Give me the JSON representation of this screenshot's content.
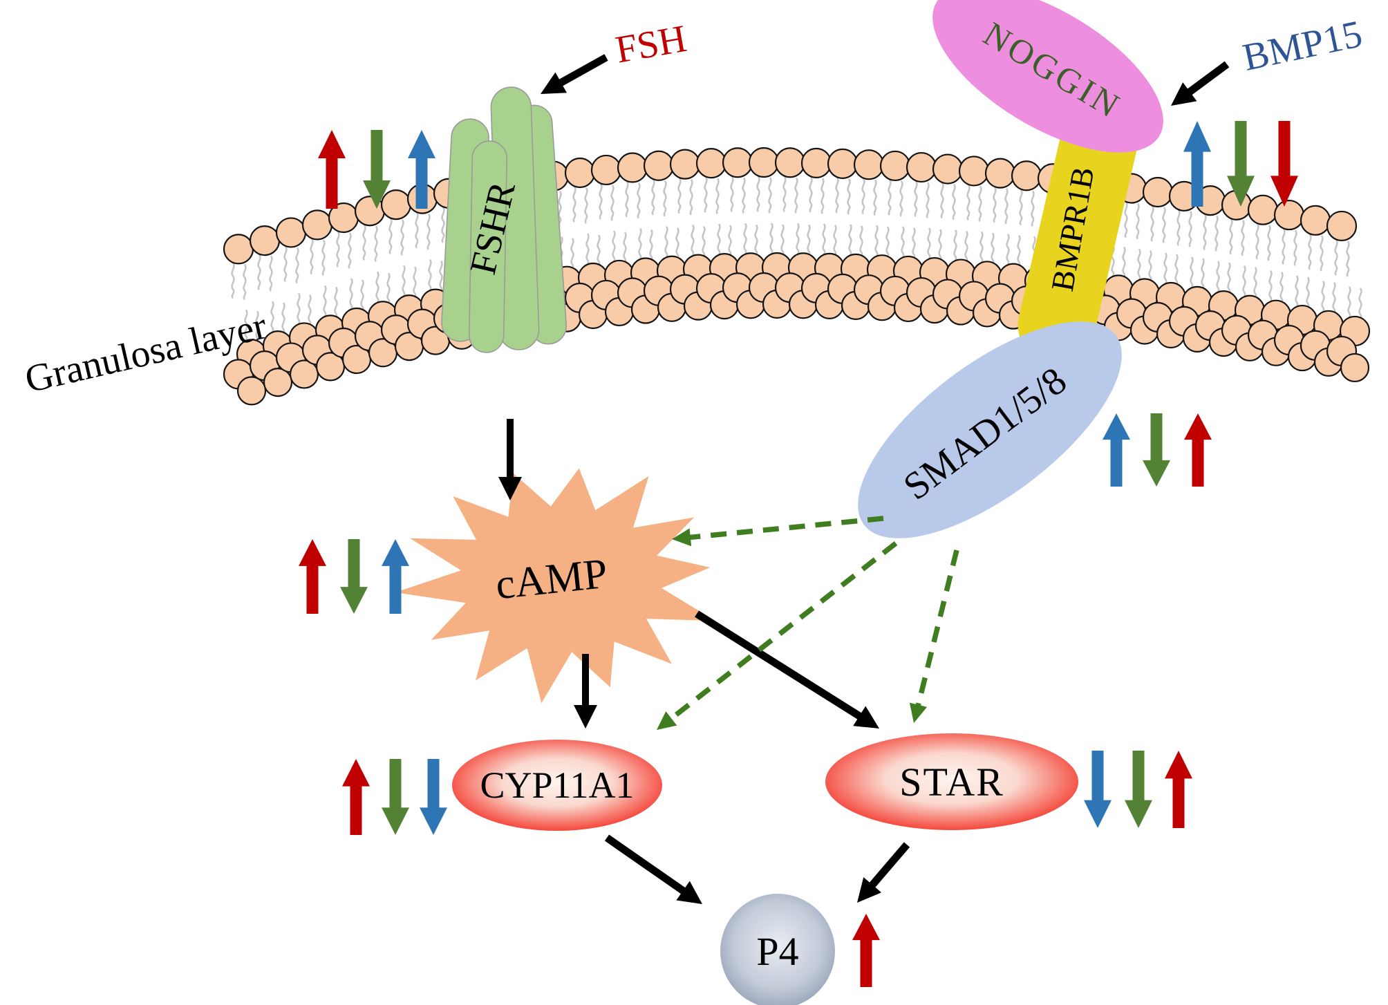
{
  "labels": {
    "region": "Granulosa layer",
    "fsh": "FSH",
    "bmp15": "BMP15",
    "noggin": "NOGGIN",
    "bmpr1b": "BMPR1B",
    "fshr": "FSHR",
    "smad": "SMAD1/5/8",
    "camp": "cAMP",
    "cyp11a1": "CYP11A1",
    "star": "STAR",
    "p4": "P4"
  },
  "colors": {
    "arrow_red": "#C00000",
    "arrow_green": "#548235",
    "arrow_blue": "#2E75B6",
    "dashed_green": "#3F7D20",
    "black": "#000000",
    "fsh_label": "#C00000",
    "bmp15_label": "#2F5496",
    "noggin_text": "#3A5F27",
    "membrane_head": "#F8CCA8",
    "membrane_tail": "#C4C4C4",
    "fshr_fill": "#A9D18E",
    "bmpr1b_fill": "#E8D41E",
    "noggin_fill": "#EE8EDE",
    "smad_fill": "#B9C9E9",
    "camp_fill": "#F5B183",
    "red_node_edge": "#F3170B",
    "red_node_center": "#FDF4EF",
    "p4_edge": "#8E9BB0",
    "p4_center": "#E9EDF3"
  },
  "regulation": {
    "fshr": [
      {
        "color": "red",
        "dir": "up"
      },
      {
        "color": "green",
        "dir": "down"
      },
      {
        "color": "blue",
        "dir": "up"
      }
    ],
    "bmpr1b": [
      {
        "color": "blue",
        "dir": "up"
      },
      {
        "color": "green",
        "dir": "down"
      },
      {
        "color": "red",
        "dir": "down"
      }
    ],
    "smad": [
      {
        "color": "blue",
        "dir": "up"
      },
      {
        "color": "green",
        "dir": "down"
      },
      {
        "color": "red",
        "dir": "up"
      }
    ],
    "camp": [
      {
        "color": "red",
        "dir": "up"
      },
      {
        "color": "green",
        "dir": "down"
      },
      {
        "color": "blue",
        "dir": "up"
      }
    ],
    "cyp11a1": [
      {
        "color": "red",
        "dir": "up"
      },
      {
        "color": "green",
        "dir": "down"
      },
      {
        "color": "blue",
        "dir": "down"
      }
    ],
    "star": [
      {
        "color": "blue",
        "dir": "down"
      },
      {
        "color": "green",
        "dir": "down"
      },
      {
        "color": "red",
        "dir": "up"
      }
    ],
    "p4": [
      {
        "color": "red",
        "dir": "up"
      }
    ]
  },
  "edges": {
    "solid": [
      "FSH → FSHR",
      "BMP15 → BMPR1B",
      "FSHR → cAMP",
      "cAMP → CYP11A1",
      "cAMP → STAR",
      "CYP11A1 → P4",
      "STAR → P4"
    ],
    "dashed": [
      "SMAD1/5/8 ⇢ cAMP",
      "SMAD1/5/8 ⇢ CYP11A1",
      "SMAD1/5/8 ⇢ STAR"
    ]
  }
}
